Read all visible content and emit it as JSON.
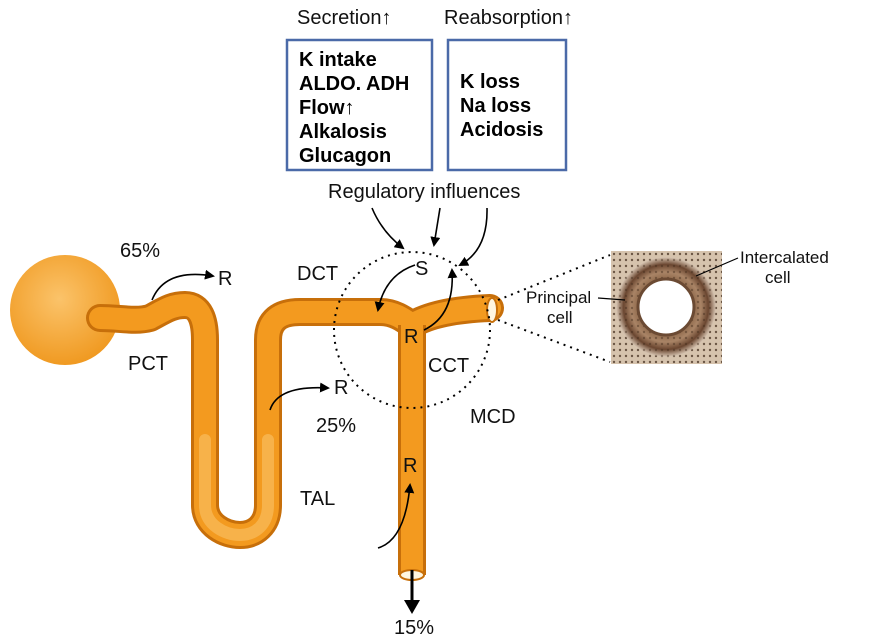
{
  "panels": {
    "secretion": {
      "title": "Secretion↑",
      "items": [
        "K intake",
        "ALDO. ADH",
        "Flow↑",
        "Alkalosis",
        "Glucagon"
      ]
    },
    "reabsorption": {
      "title": "Reabsorption↑",
      "items": [
        "K loss",
        "Na loss",
        "Acidosis"
      ]
    }
  },
  "regulatory_label": "Regulatory influences",
  "segments": {
    "pct": "PCT",
    "dct": "DCT",
    "tal": "TAL",
    "cct": "CCT",
    "mcd": "MCD"
  },
  "percents": {
    "pct": "65%",
    "loop": "25%",
    "final": "15%"
  },
  "markers": {
    "r_pct": "R",
    "r_loop": "R",
    "r_cct": "R",
    "r_mcd": "R",
    "s_cct": "S"
  },
  "micrograph": {
    "intercalated_label": "Intercalated cell",
    "principal_label": "Principal cell"
  },
  "colors": {
    "tubule": "#f39a1f",
    "tubule_dark": "#c76f0a",
    "glomerulus": "#f6ad3c",
    "box_border": "#4b6aa8",
    "tissue": "#6b4a33"
  }
}
